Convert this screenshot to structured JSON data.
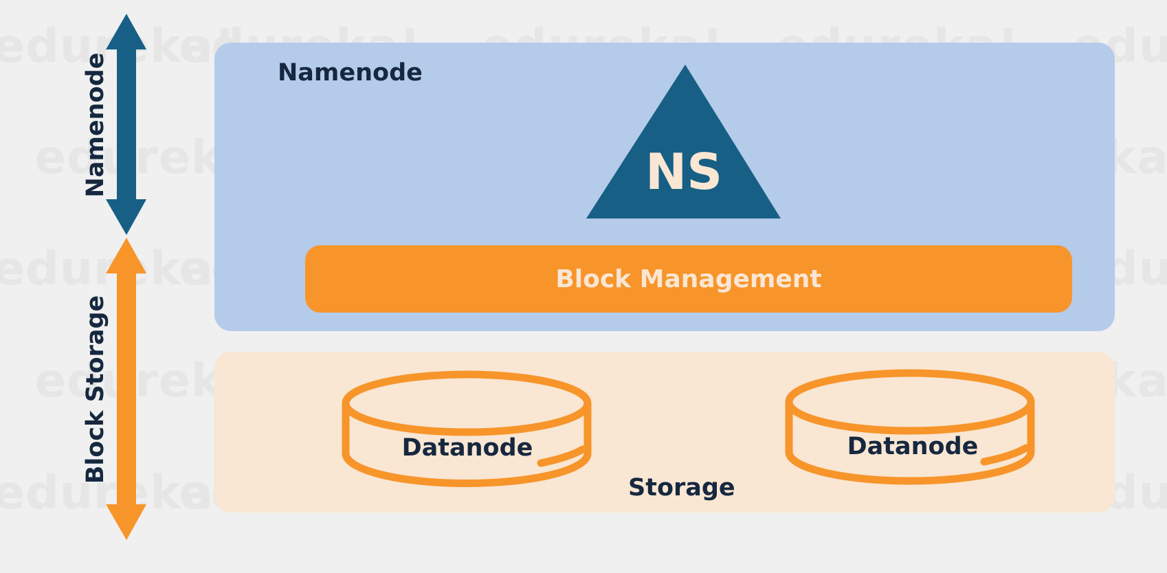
{
  "watermark": {
    "text": "edureka!"
  },
  "axis": {
    "namenode_label": "Namenode",
    "block_storage_label": "Block Storage"
  },
  "namenode_panel": {
    "title": "Namenode",
    "ns_label": "NS",
    "block_management_label": "Block Management"
  },
  "storage_panel": {
    "title": "Storage",
    "datanodes": [
      {
        "label": "Datanode"
      },
      {
        "label": "Datanode"
      }
    ]
  },
  "colors": {
    "background": "#f0f0f0",
    "namenode_panel": "#b5cbea",
    "storage_panel": "#f9e6d3",
    "namenode_blue": "#175f85",
    "accent_orange": "#f7952a",
    "text_dark": "#16283f"
  }
}
